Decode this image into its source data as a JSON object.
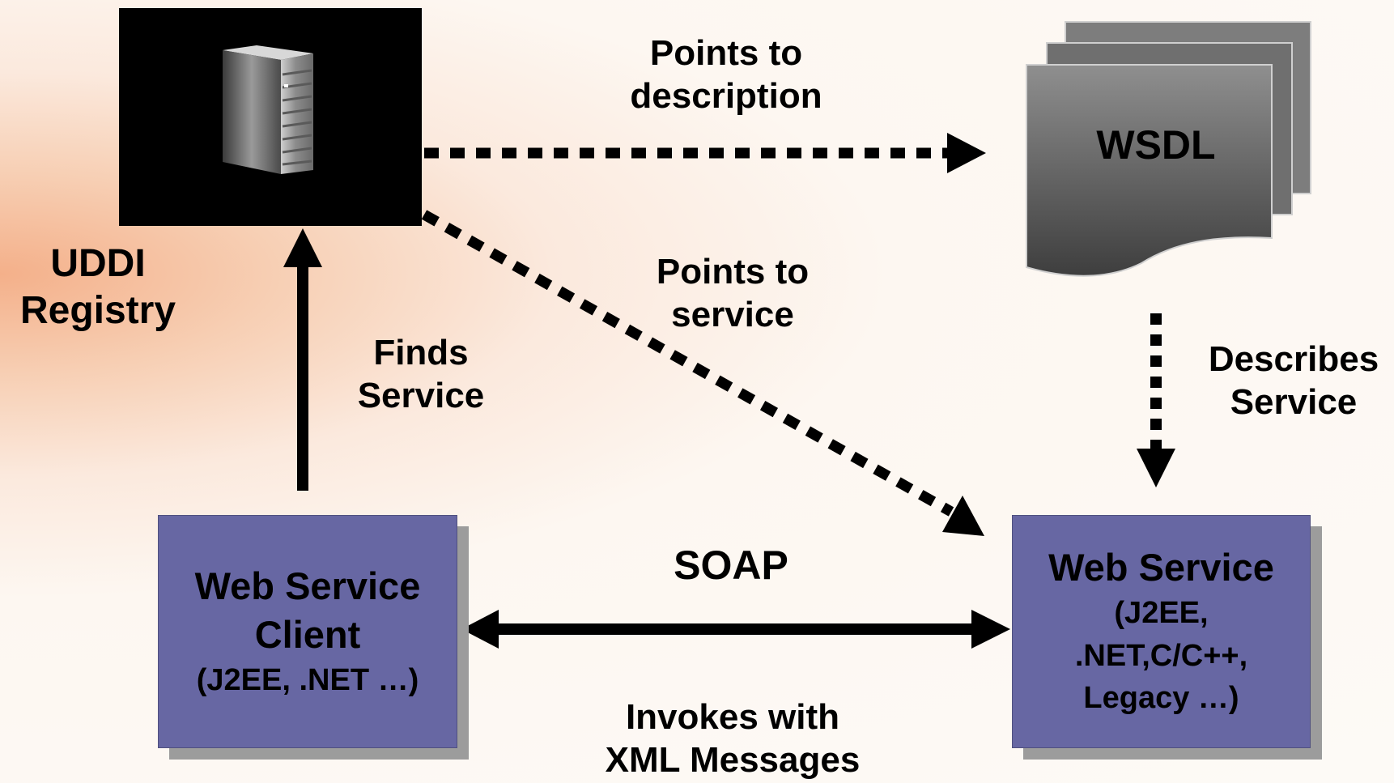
{
  "registry": {
    "label_line1": "UDDI",
    "label_line2": "Registry",
    "icon": "server-icon"
  },
  "wsdl": {
    "label": "WSDL",
    "icon": "document-stack-icon"
  },
  "client": {
    "title_line1": "Web Service",
    "title_line2": "Client",
    "subtitle": "(J2EE, .NET …)"
  },
  "service": {
    "title": "Web Service",
    "sub_line1": "(J2EE,",
    "sub_line2": ".NET,C/C++,",
    "sub_line3": "Legacy …)"
  },
  "edges": {
    "points_to_description": {
      "line1": "Points to",
      "line2": "description"
    },
    "points_to_service": {
      "line1": "Points to",
      "line2": "service"
    },
    "finds_service": {
      "line1": "Finds",
      "line2": "Service"
    },
    "describes_service": {
      "line1": "Describes",
      "line2": "Service"
    },
    "soap": {
      "label": "SOAP"
    },
    "invokes": {
      "line1": "Invokes with",
      "line2": "XML Messages"
    }
  },
  "colors": {
    "box_fill": "#6767a3",
    "box_shadow": "#9c9c9c",
    "registry_fill": "#000000",
    "arrow": "#000000"
  }
}
